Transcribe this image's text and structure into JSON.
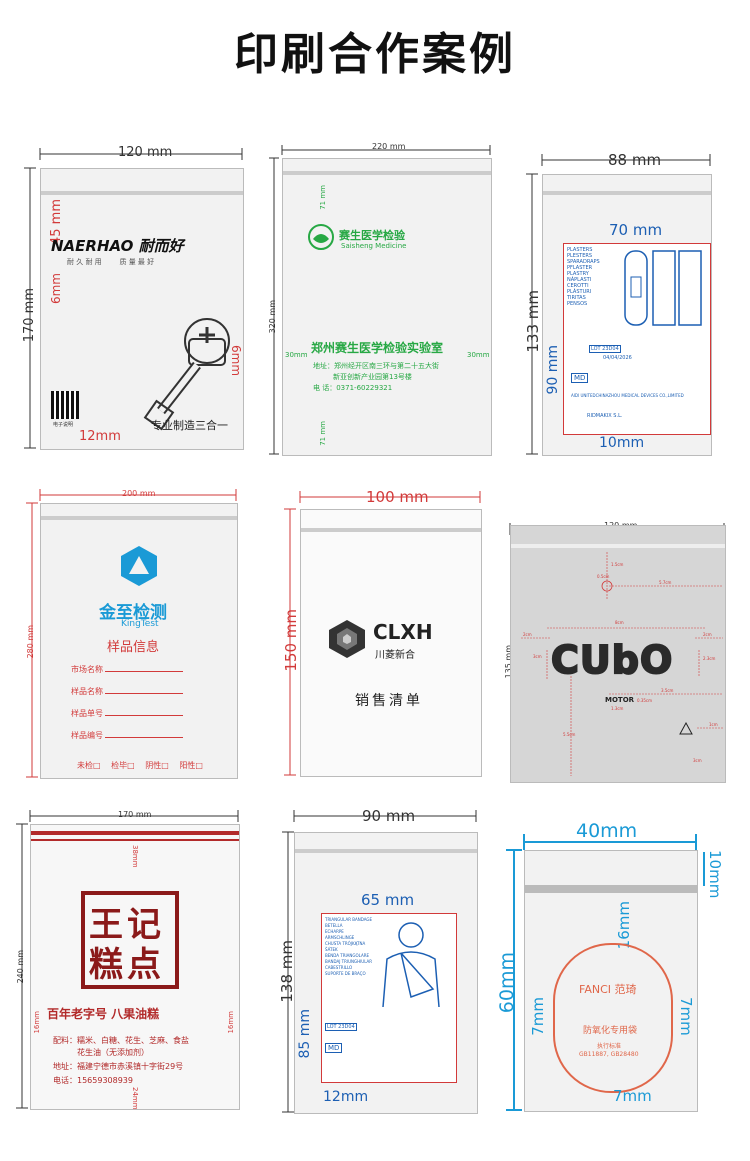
{
  "page_title": "印刷合作案例",
  "cases": [
    {
      "dims": {
        "width": "120 mm",
        "height": "170 mm",
        "top": "45 mm",
        "left_mid": "6mm",
        "right": "6mm",
        "bottom": "12mm"
      },
      "brand": "NAERHAO 耐而好",
      "slogan": "耐 久 耐 用        质 量 最 好",
      "label": "专业制造三合一",
      "qr_label": "电子说明"
    },
    {
      "dims": {
        "width": "220 mm",
        "height": "320 mm",
        "top": "71 mm",
        "left": "30mm",
        "right": "30mm",
        "bottom": "71 mm"
      },
      "brand": "赛生医学检验",
      "brand_en": "Saisheng Medicine",
      "lab": "郑州赛生医学检验实验室",
      "address": "地址：郑州经开区南三环与第二十五大街",
      "address2": "新亚创新产业园第13号楼",
      "phone": "电 话：0371-60229321"
    },
    {
      "dims": {
        "width": "88 mm",
        "height": "133 mm",
        "inner_w": "70 mm",
        "inner_h": "90 mm",
        "bottom": "10mm"
      },
      "items": [
        "PLASTERS",
        "PLESTERS",
        "SPARADRAPS",
        "PFLASTER",
        "PLASTRY",
        "NÁPLASTI",
        "CEROTTI",
        "PLÁSTURI",
        "TIRITAS",
        "PENSOS"
      ],
      "lot": "LOT 23D04",
      "date": "04/04/2026",
      "md": "MD",
      "company": "AIDI UNITEDCHINAZHOU MEDICAL DEVICES CO.,LIMITED",
      "distributor": "RIDMAKIX S.L."
    },
    {
      "dims": {
        "width": "200 mm",
        "height": "280 mm"
      },
      "brand": "金至检测",
      "brand_en": "KingTest",
      "heading": "样品信息",
      "fields": [
        "市场名称",
        "样品名称",
        "样品单号",
        "样品编号"
      ],
      "checks": [
        "未检",
        "检毕",
        "阴性",
        "阳性"
      ]
    },
    {
      "dims": {
        "width": "100 mm",
        "height": "150 mm"
      },
      "brand": "CLXH",
      "brand_cn": "川菱新合",
      "label": "销售清单"
    },
    {
      "dims": {
        "width": "120 mm",
        "height": "135 mm",
        "d1": "1.5cm",
        "d2": "0.5cm",
        "d3": "5.7cm",
        "d4": "8cm",
        "d5": "2cm",
        "d6": "3cm",
        "d7": "2.3cm",
        "d8": "3.5cm",
        "d9": "5.5cm",
        "d10": "1.3cm",
        "d11": "0.35cm",
        "d12": "2cm",
        "d13": "1cm",
        "d14": "3cm"
      },
      "brand": "CUbO",
      "sub": "MOTOR"
    },
    {
      "dims": {
        "width": "170 mm",
        "height": "240 mm",
        "top": "38mm",
        "left": "16mm",
        "right": "16mm",
        "bottom": "24mm"
      },
      "stamp_top": "王记",
      "stamp_bottom": "糕点",
      "slogan": "百年老字号 八果油糕",
      "ingredients": "配料：糯米、白糖、花生、芝麻、食盐",
      "ingredients2": "花生油（无添加剂）",
      "address": "地址：福建宁德市赤溪镇十字街29号",
      "phone": "电话：15659308939"
    },
    {
      "dims": {
        "width": "90 mm",
        "height": "138 mm",
        "inner_w": "65 mm",
        "inner_h": "85 mm",
        "bottom": "12mm"
      },
      "items": [
        "TRIANGULAR BANDAGE",
        "BETELLA",
        "ECHARPE",
        "ARMSCHLINGE",
        "CHUSTA TRÓJKĄTNA",
        "ŠÁTEK",
        "BENDA TRIANGOLARE",
        "BANDAJ TRIUNGHIULAR",
        "CABESTRILLO",
        "SUPORTE DE BRAÇO"
      ],
      "lot": "LOT 23D04",
      "md": "MD"
    },
    {
      "dims": {
        "width": "40mm",
        "height": "60mm",
        "top": "10mm",
        "mid": "16mm",
        "left": "7mm",
        "right": "7mm",
        "bottom": "7mm"
      },
      "brand": "FANCI 范琦",
      "label": "防氧化专用袋",
      "standard": "执行标准",
      "code": "GB11887, GB28480"
    }
  ],
  "colors": {
    "red": "#d23a3a",
    "green": "#27a844",
    "blue": "#1c5fb3",
    "teal": "#1a9ad6",
    "dim": "#333333",
    "bag": "#f2f2f2",
    "dark_red": "#8b1a1a",
    "orange": "#e0674a"
  }
}
